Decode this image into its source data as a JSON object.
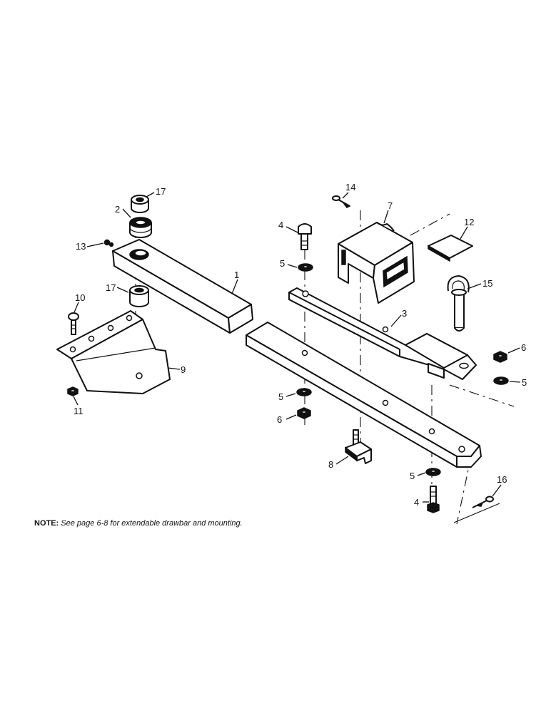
{
  "callouts": {
    "c1": "1",
    "c2": "2",
    "c3": "3",
    "c4a": "4",
    "c4b": "4",
    "c5a": "5",
    "c5b": "5",
    "c5c": "5",
    "c5d": "5",
    "c6a": "6",
    "c6b": "6",
    "c7": "7",
    "c8": "8",
    "c9": "9",
    "c10": "10",
    "c11": "11",
    "c12": "12",
    "c13": "13",
    "c14": "14",
    "c15": "15",
    "c16": "16",
    "c17a": "17",
    "c17b": "17"
  },
  "note": {
    "label": "NOTE:",
    "text": "See page 6-8 for extendable drawbar and mounting."
  }
}
